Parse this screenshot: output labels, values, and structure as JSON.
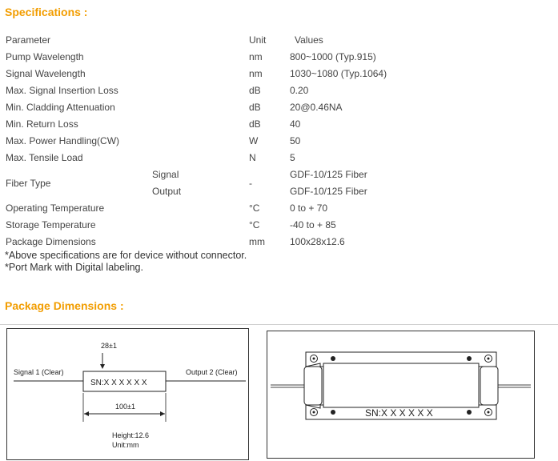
{
  "spec_section_title": "Specifications :",
  "pkg_section_title": "Package Dimensions :",
  "table": {
    "header": {
      "param": "Parameter",
      "unit": "Unit",
      "value": "Values"
    },
    "rows_before": [
      {
        "param": "Pump Wavelength",
        "unit": "nm",
        "value": "800~1000 (Typ.915)"
      },
      {
        "param": "Signal Wavelength",
        "unit": "nm",
        "value": "1030~1080 (Typ.1064)"
      },
      {
        "param": "Max. Signal Insertion Loss",
        "unit": "dB",
        "value": "0.20"
      },
      {
        "param": "Min. Cladding Attenuation",
        "unit": "dB",
        "value": "20@0.46NA"
      },
      {
        "param": "Min. Return Loss",
        "unit": "dB",
        "value": "40"
      },
      {
        "param": "Max. Power Handling(CW)",
        "unit": "W",
        "value": "50"
      },
      {
        "param": "Max. Tensile Load",
        "unit": "N",
        "value": "5"
      }
    ],
    "fiber": {
      "param": "Fiber Type",
      "unit": "-",
      "sub1": "Signal",
      "val1": "GDF-10/125  Fiber",
      "sub2": "Output",
      "val2": "GDF-10/125  Fiber"
    },
    "rows_after": [
      {
        "param": "Operating Temperature",
        "unit": "°C",
        "value": " 0 to + 70"
      },
      {
        "param": "Storage Temperature",
        "unit": "°C",
        "value": " -40 to + 85"
      },
      {
        "param": "Package Dimensions",
        "unit": "mm",
        "value": "100x28x12.6"
      }
    ]
  },
  "notes": [
    "*Above specifications are for device without connector.",
    "*Port Mark with Digital labeling."
  ],
  "diagram_left": {
    "dim_top": "28±1",
    "signal_label": "Signal  1  (Clear)",
    "output_label": "Output   2   (Clear)",
    "sn_label": "SN:X X X X X X",
    "dim_bottom": "100±1",
    "height_note": "Height:12.6",
    "unit_note": "Unit:mm"
  },
  "diagram_right": {
    "sn_label": "SN:X X X X X X"
  }
}
